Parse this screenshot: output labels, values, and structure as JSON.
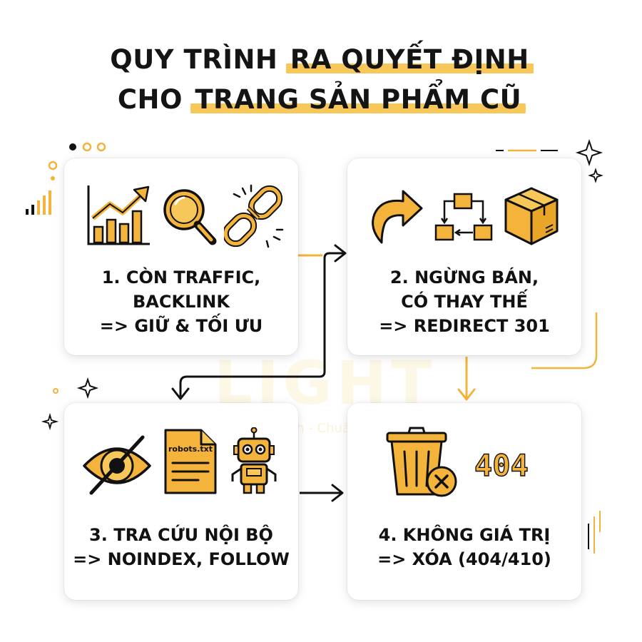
{
  "title": {
    "line1_plain": "QUY TRÌNH",
    "line1_highlight": "RA QUYẾT ĐỊNH",
    "line2_plain": "CHO",
    "line2_highlight": "TRANG SẢN PHẨM CŨ"
  },
  "cards": [
    {
      "lines": [
        "1. CÒN TRAFFIC,",
        "BACKLINK",
        "=> GIỮ & TỐI ƯU"
      ]
    },
    {
      "lines": [
        "2. NGỪNG BÁN,",
        "CÓ THAY THẾ",
        "=> REDIRECT 301"
      ]
    },
    {
      "lines": [
        "3. TRA CỨU NỘI BỘ",
        "=> NOINDEX, FOLLOW"
      ]
    },
    {
      "lines": [
        "4. KHÔNG GIÁ TRỊ",
        "=> XÓA (404/410)"
      ]
    }
  ],
  "icon_texts": {
    "robots": "robots.txt",
    "error_code": "404"
  },
  "watermark": {
    "brand": "LIGHT",
    "tagline": "Nhanh - Chuẩn - Đ"
  },
  "colors": {
    "accent": "#f4b33b",
    "highlight": "#f7c75a",
    "ink": "#111111"
  },
  "icons": {
    "card1": [
      "bar-chart-growth-icon",
      "magnifier-icon",
      "broken-link-icon"
    ],
    "card2": [
      "redirect-arrow-icon",
      "flow-diagram-icon",
      "box-icon"
    ],
    "card3": [
      "hidden-eye-icon",
      "robots-file-icon",
      "robot-icon"
    ],
    "card4": [
      "trash-delete-icon",
      "error-404-icon"
    ]
  }
}
